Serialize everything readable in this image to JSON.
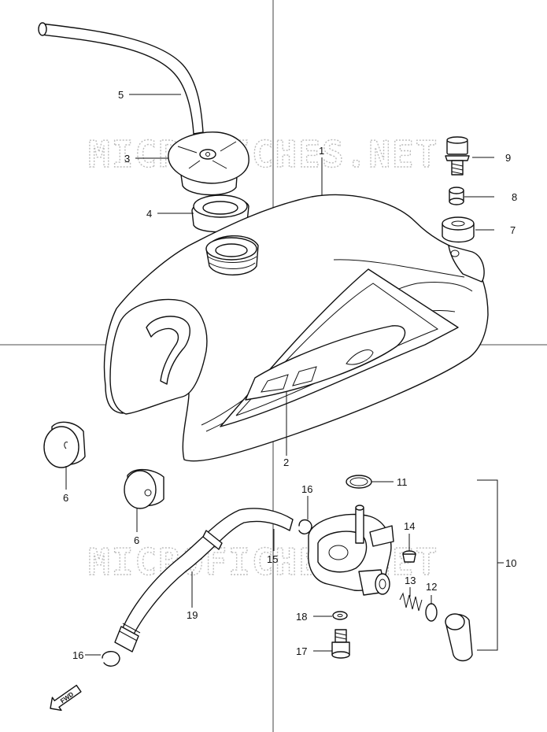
{
  "watermark": "MICROFICHES.NET",
  "fwd_label": "FWD",
  "callouts": {
    "p1": "1",
    "p2": "2",
    "p3": "3",
    "p4": "4",
    "p5": "5",
    "p6a": "6",
    "p6b": "6",
    "p7": "7",
    "p8": "8",
    "p9": "9",
    "p10": "10",
    "p11": "11",
    "p12": "12",
    "p13": "13",
    "p14": "14",
    "p15": "15",
    "p16a": "16",
    "p16b": "16",
    "p17": "17",
    "p18": "18",
    "p19": "19"
  },
  "colors": {
    "line": "#111111",
    "watermark": "#bcbcbc",
    "background": "#ffffff"
  }
}
